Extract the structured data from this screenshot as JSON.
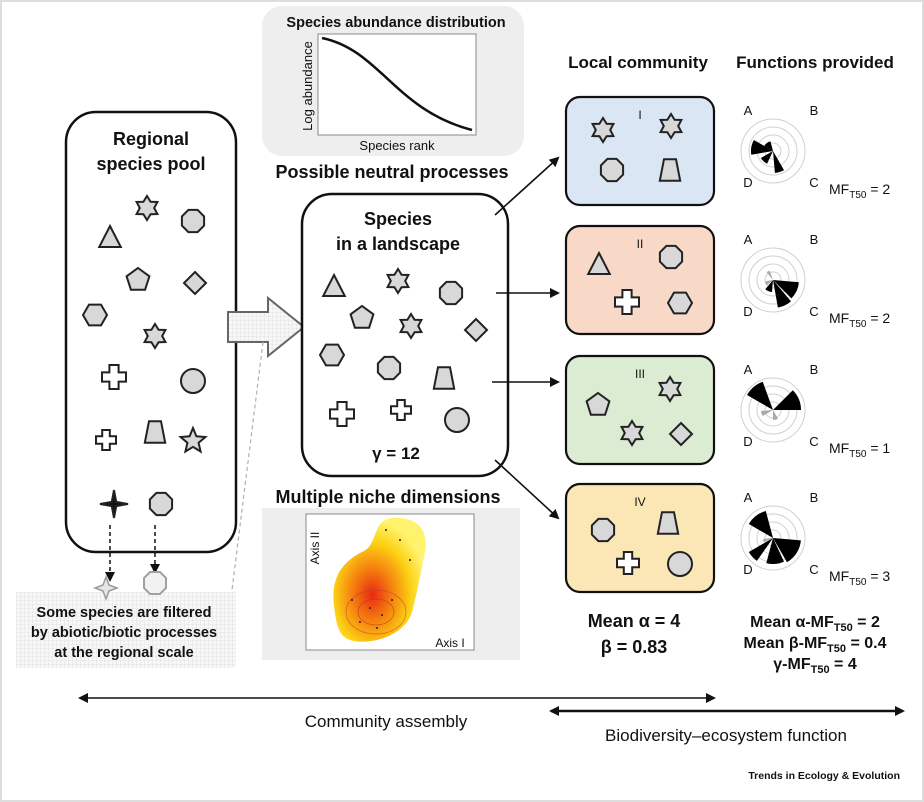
{
  "pool": {
    "title_line1": "Regional",
    "title_line2": "species pool"
  },
  "sad": {
    "title": "Species abundance distribution",
    "ylabel": "Log abundance",
    "xlabel": "Species rank"
  },
  "neutral_label": "Possible neutral processes",
  "landscape": {
    "title_line1": "Species",
    "title_line2": "in a landscape",
    "gamma": "γ = 12"
  },
  "niche": {
    "title": "Multiple niche dimensions",
    "axis_y": "Axis II",
    "axis_x": "Axis I"
  },
  "filter_note": {
    "line1": "Some species are filtered",
    "line2": "by abiotic/biotic processes",
    "line3": "at the regional scale"
  },
  "columns": {
    "local": "Local community",
    "functions": "Functions provided"
  },
  "communities": [
    {
      "numeral": "I",
      "fill": "#dae6f3",
      "mf_prefix": "MF",
      "mf_sub": "T50",
      "mf_value": " = 2"
    },
    {
      "numeral": "II",
      "fill": "#f8d9c7",
      "mf_prefix": "MF",
      "mf_sub": "T50",
      "mf_value": " = 2"
    },
    {
      "numeral": "III",
      "fill": "#dcecd3",
      "mf_prefix": "MF",
      "mf_sub": "T50",
      "mf_value": " = 1"
    },
    {
      "numeral": "IV",
      "fill": "#fbe6b5",
      "mf_prefix": "MF",
      "mf_sub": "T50",
      "mf_value": " = 3"
    }
  ],
  "radar_labels": {
    "a": "A",
    "b": "B",
    "c": "C",
    "d": "D"
  },
  "summary_left": {
    "line1": "Mean α = 4",
    "line2": "β = 0.83"
  },
  "summary_right": {
    "line1_a": "Mean α-MF",
    "line1_sub": "T50",
    "line1_b": " = 2",
    "line2_a": "Mean β-MF",
    "line2_sub": "T50",
    "line2_b": " = 0.4",
    "line3_a": "γ-MF",
    "line3_sub": "T50",
    "line3_b": " = 4"
  },
  "assembly_label": "Community assembly",
  "bef_label": "Biodiversity–ecosystem function",
  "credit": "Trends in Ecology & Evolution",
  "colors": {
    "stroke": "#222222",
    "shape_fill": "#d8d8d8",
    "black": "#000000",
    "arrow": "#e8e8e8"
  }
}
